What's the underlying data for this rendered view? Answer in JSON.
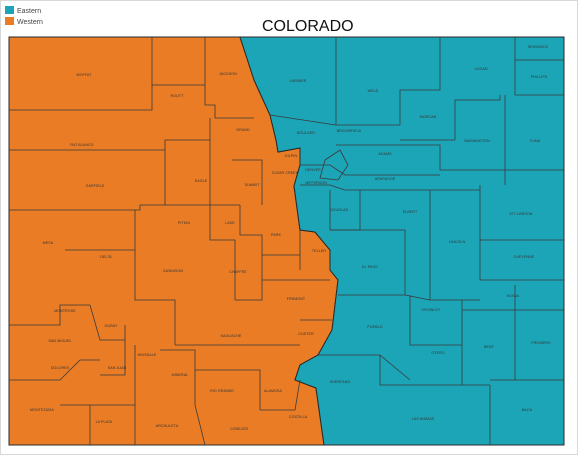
{
  "title": "COLORADO",
  "legend": [
    {
      "label": "Eastern",
      "color": "#1ca5b6"
    },
    {
      "label": "Western",
      "color": "#e97c25"
    }
  ],
  "regions": {
    "western_color": "#e97c25",
    "eastern_color": "#1ca5b6",
    "border_color": "#2a2a2a"
  },
  "counties": [
    {
      "name": "MOFFAT"
    },
    {
      "name": "ROUTT"
    },
    {
      "name": "JACKSON"
    },
    {
      "name": "RIO BLANCO"
    },
    {
      "name": "GRAND"
    },
    {
      "name": "GARFIELD"
    },
    {
      "name": "EAGLE"
    },
    {
      "name": "SUMMIT"
    },
    {
      "name": "GILPIN"
    },
    {
      "name": "CLEAR CREEK"
    },
    {
      "name": "MESA"
    },
    {
      "name": "PITKIN"
    },
    {
      "name": "LAKE"
    },
    {
      "name": "PARK"
    },
    {
      "name": "DELTA"
    },
    {
      "name": "GUNNISON"
    },
    {
      "name": "CHAFFEE"
    },
    {
      "name": "TELLER"
    },
    {
      "name": "FREMONT"
    },
    {
      "name": "MONTROSE"
    },
    {
      "name": "OURAY"
    },
    {
      "name": "SAN MIGUEL"
    },
    {
      "name": "HINSDALE"
    },
    {
      "name": "SAGUACHE"
    },
    {
      "name": "CUSTER"
    },
    {
      "name": "DOLORES"
    },
    {
      "name": "SAN JUAN"
    },
    {
      "name": "MINERAL"
    },
    {
      "name": "RIO GRANDE"
    },
    {
      "name": "ALAMOSA"
    },
    {
      "name": "MONTEZUMA"
    },
    {
      "name": "LA PLATA"
    },
    {
      "name": "ARCHULETA"
    },
    {
      "name": "CONEJOS"
    },
    {
      "name": "COSTILLA"
    },
    {
      "name": "LARIMER"
    },
    {
      "name": "WELD"
    },
    {
      "name": "LOGAN"
    },
    {
      "name": "SEDGWICK"
    },
    {
      "name": "PHILLIPS"
    },
    {
      "name": "MORGAN"
    },
    {
      "name": "BOULDER"
    },
    {
      "name": "BROOMFIELD"
    },
    {
      "name": "ADAMS"
    },
    {
      "name": "WASHINGTON"
    },
    {
      "name": "YUMA"
    },
    {
      "name": "DENVER"
    },
    {
      "name": "JEFFERSON"
    },
    {
      "name": "ARAPAHOE"
    },
    {
      "name": "DOUGLAS"
    },
    {
      "name": "ELBERT"
    },
    {
      "name": "KIT CARSON"
    },
    {
      "name": "LINCOLN"
    },
    {
      "name": "CHEYENNE"
    },
    {
      "name": "EL PASO"
    },
    {
      "name": "KIOWA"
    },
    {
      "name": "CROWLEY"
    },
    {
      "name": "PUEBLO"
    },
    {
      "name": "OTERO"
    },
    {
      "name": "BENT"
    },
    {
      "name": "PROWERS"
    },
    {
      "name": "HUERFANO"
    },
    {
      "name": "LAS ANIMAS"
    },
    {
      "name": "BACA"
    }
  ]
}
